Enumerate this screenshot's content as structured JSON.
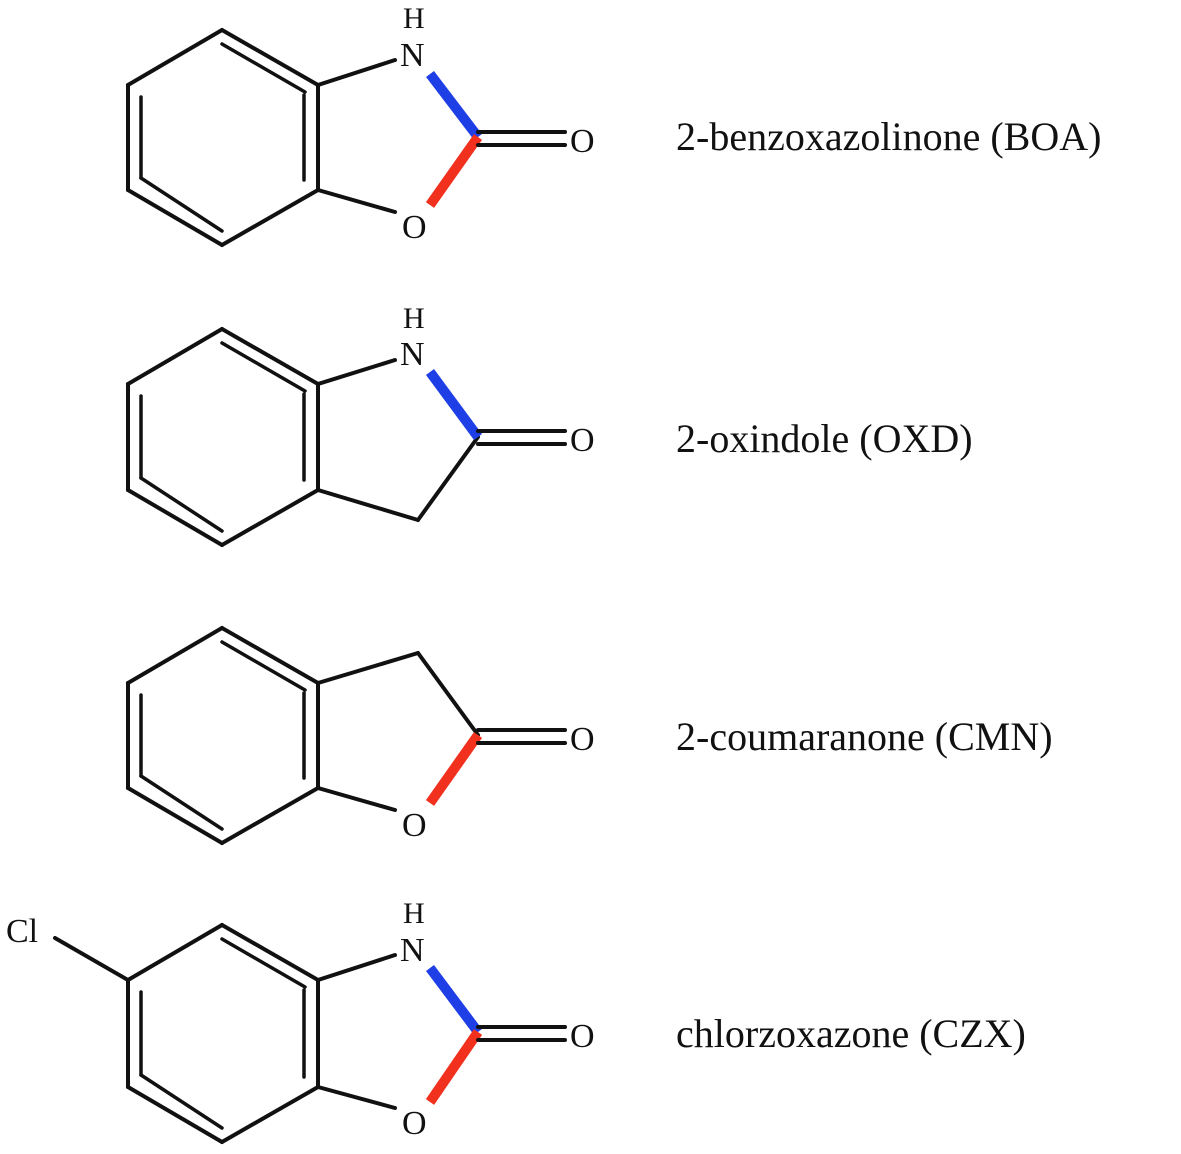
{
  "colors": {
    "nitrogen_bond": "#1f3fe6",
    "oxygen_bond": "#f2301e",
    "line": "#111111",
    "background": "#ffffff"
  },
  "compounds": [
    {
      "name": "2-benzoxazolinone (BOA)",
      "atoms": {
        "h": "H",
        "n": "N",
        "o_ring": "O",
        "o_carbonyl": "O"
      }
    },
    {
      "name": "2-oxindole (OXD)",
      "atoms": {
        "h": "H",
        "n": "N",
        "o_carbonyl": "O"
      }
    },
    {
      "name": "2-coumaranone (CMN)",
      "atoms": {
        "o_ring": "O",
        "o_carbonyl": "O"
      }
    },
    {
      "name": "chlorzoxazone (CZX)",
      "atoms": {
        "cl": "Cl",
        "h": "H",
        "n": "N",
        "o_ring": "O",
        "o_carbonyl": "O"
      }
    }
  ]
}
